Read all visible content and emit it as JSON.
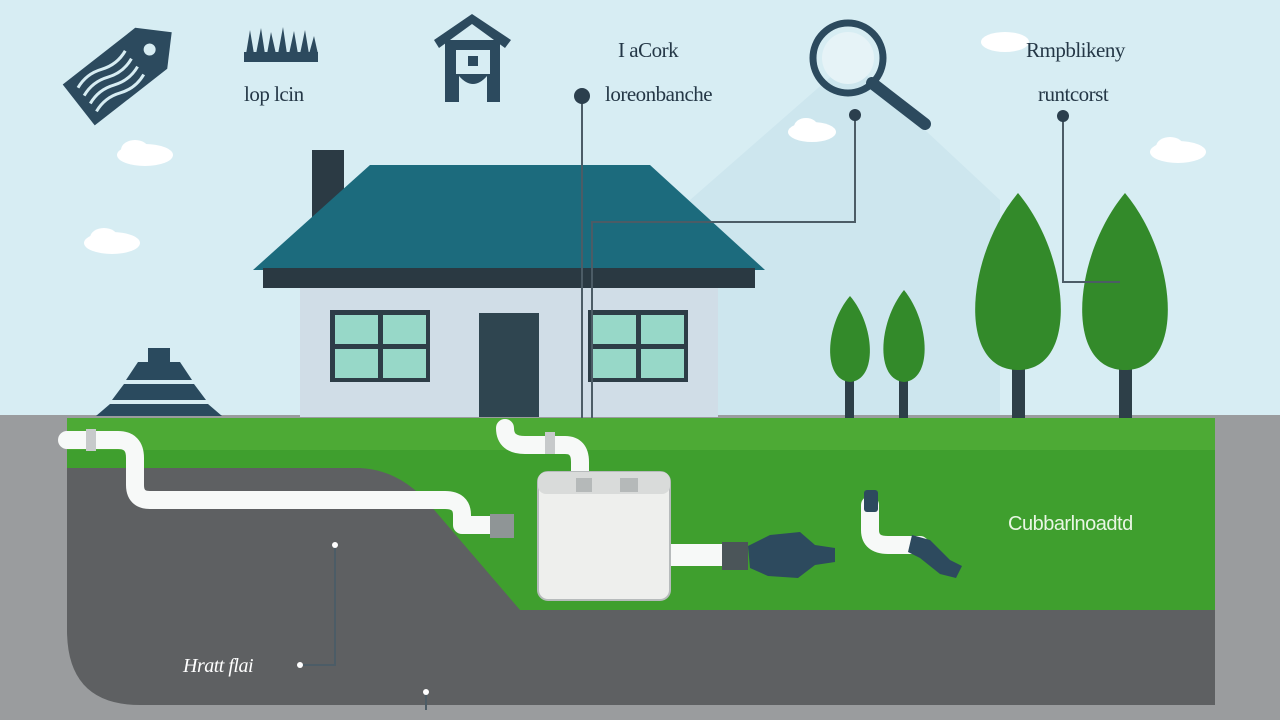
{
  "colors": {
    "sky": "#d6ecf2",
    "roof": "#1b6a7c",
    "wall": "#cfdde6",
    "grass": "#3f9e2d",
    "soil": "#5d5f61",
    "pipe": "#f7f9f8",
    "icon": "#2c4a5e",
    "tree": "#338a2a"
  },
  "icons": [
    "tag-icon",
    "grass-icon",
    "house-icon",
    "search-icon"
  ],
  "labels": {
    "grass_caption": "lop lcin",
    "callout_1_line1": "I aCork",
    "callout_1_line2": "loreonbanche",
    "callout_2_line1": "Rmpblikeny",
    "callout_2_line2": "runtcorst",
    "grass_label": "Cubbarlnoadtd",
    "soil_label": "Hratt flai"
  }
}
